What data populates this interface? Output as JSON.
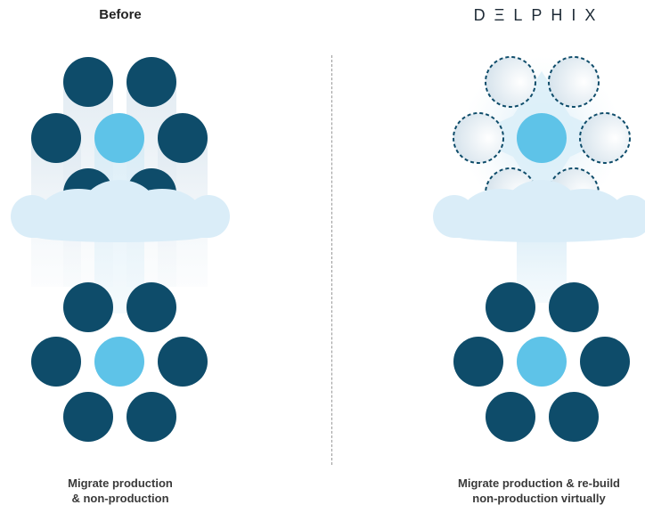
{
  "left_panel": {
    "title": "Before",
    "caption_line1": "Migrate production",
    "caption_line2": "& non-production"
  },
  "right_panel": {
    "logo": "DΞLPHIX",
    "caption_line1": "Migrate production & re-build",
    "caption_line2": "non-production virtually"
  },
  "colors": {
    "dark_node": "#0e4c6a",
    "light_node": "#5ec3e8",
    "cloud": "#daedf8",
    "beam": "#e4eef5"
  }
}
